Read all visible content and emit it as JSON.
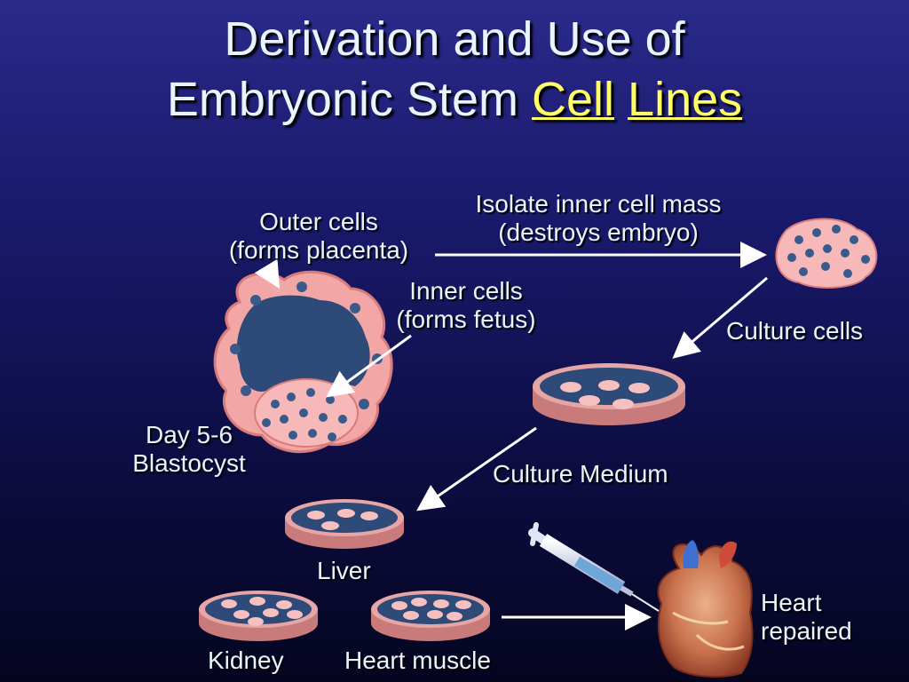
{
  "title": {
    "line1": "Derivation and Use of",
    "line2_prefix": "Embryonic Stem",
    "link1": "Cell",
    "link2": "Lines"
  },
  "labels": {
    "outer_cells_1": "Outer cells",
    "outer_cells_2": "(forms placenta)",
    "isolate_1": "Isolate inner cell mass",
    "isolate_2": "(destroys embryo)",
    "inner_cells_1": "Inner cells",
    "inner_cells_2": "(forms fetus)",
    "culture_cells": "Culture cells",
    "blastocyst_1": "Day 5-6",
    "blastocyst_2": "Blastocyst",
    "culture_medium": "Culture Medium",
    "liver": "Liver",
    "kidney": "Kidney",
    "heart_muscle": "Heart muscle",
    "heart_repaired_1": "Heart",
    "heart_repaired_2": "repaired"
  },
  "colors": {
    "cell_pink": "#f2a6a6",
    "nucleus_blue": "#3a5a8c",
    "dish_rim": "#c97a7a",
    "dish_inner": "#2e4a78",
    "title_link": "#ffff66"
  }
}
